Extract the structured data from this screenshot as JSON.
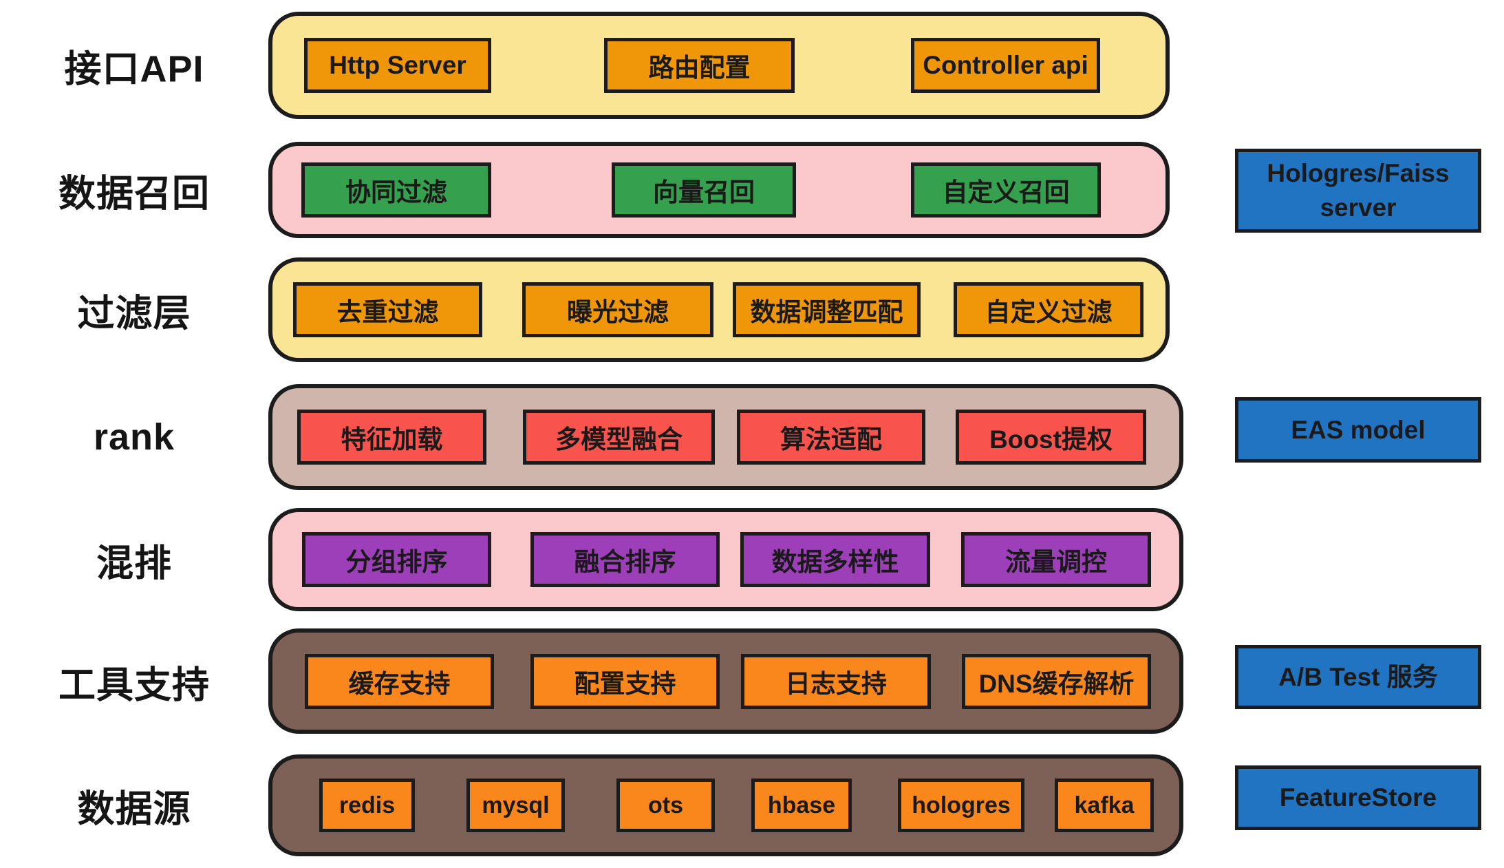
{
  "diagram": {
    "title": "recommendation-service-architecture",
    "colors": {
      "band_yellow": "#FAE594",
      "band_pink": "#FBC9CC",
      "band_tan": "#CFB5AB",
      "band_brown": "#7D6156",
      "box_orange": "#EF9609",
      "box_green": "#35A04E",
      "box_red": "#F9534D",
      "box_purple": "#9C3FB8",
      "box_bright_orange": "#F9871C",
      "box_blue": "#2074C2",
      "outline": "#1C1C1C",
      "text": "#1A1A1A"
    },
    "rows": [
      {
        "label": "接口API",
        "boxes": [
          "Http Server",
          "路由配置",
          "Controller api"
        ]
      },
      {
        "label": "数据召回",
        "boxes": [
          "协同过滤",
          "向量召回",
          "自定义召回"
        ]
      },
      {
        "label": "过滤层",
        "boxes": [
          "去重过滤",
          "曝光过滤",
          "数据调整匹配",
          "自定义过滤"
        ]
      },
      {
        "label": "rank",
        "boxes": [
          "特征加载",
          "多模型融合",
          "算法适配",
          "Boost提权"
        ]
      },
      {
        "label": "混排",
        "boxes": [
          "分组排序",
          "融合排序",
          "数据多样性",
          "流量调控"
        ]
      },
      {
        "label": "工具支持",
        "boxes": [
          "缓存支持",
          "配置支持",
          "日志支持",
          "DNS缓存解析"
        ]
      },
      {
        "label": "数据源",
        "boxes": [
          "redis",
          "mysql",
          "ots",
          "hbase",
          "hologres",
          "kafka"
        ]
      }
    ],
    "side_boxes": [
      {
        "label": "Hologres/Faiss server"
      },
      {
        "label": "EAS model"
      },
      {
        "label": "A/B Test 服务"
      },
      {
        "label": "FeatureStore"
      }
    ]
  }
}
